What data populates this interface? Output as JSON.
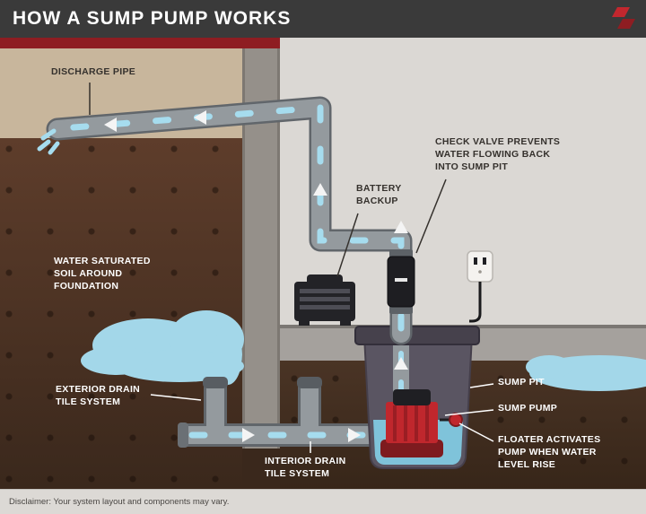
{
  "header": {
    "title": "HOW A SUMP PUMP WORKS"
  },
  "diagram_labels": {
    "discharge_pipe": "DISCHARGE PIPE",
    "water_saturated_soil": "WATER SATURATED\nSOIL AROUND\nFOUNDATION",
    "battery_backup": "BATTERY\nBACKUP",
    "check_valve": "CHECK VALVE PREVENTS\nWATER FLOWING BACK\nINTO SUMP PIT",
    "exterior_drain": "EXTERIOR DRAIN\nTILE SYSTEM",
    "interior_drain": "INTERIOR DRAIN\nTILE SYSTEM",
    "sump_pit": "SUMP PIT",
    "sump_pump": "SUMP PUMP",
    "floater": "FLOATER ACTIVATES\nPUMP WHEN WATER\nLEVEL RISE"
  },
  "footer": {
    "disclaimer": "Disclaimer: Your system layout and components may vary."
  },
  "colors": {
    "header_gray": "#3a3a3a",
    "accent_red": "#c3272e",
    "strip_red": "#8e1d22",
    "pump_red": "#c0272d",
    "water_blue": "#a6dcee",
    "soil_brown": "#5d3d2b",
    "wall_gray": "#95908a",
    "interior_gray": "#dbd8d4"
  }
}
